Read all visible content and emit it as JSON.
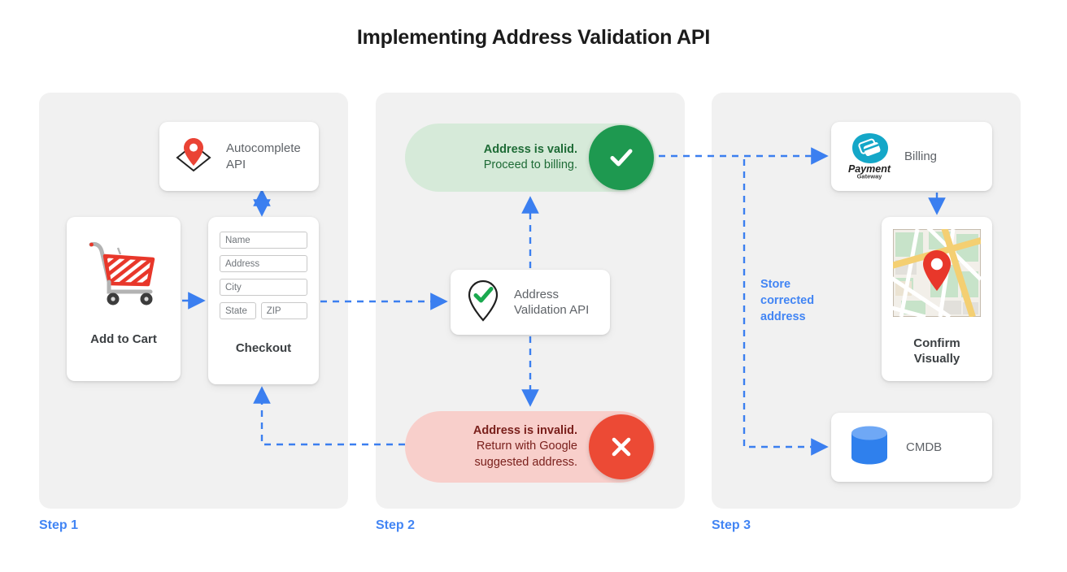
{
  "page": {
    "title": "Implementing Address Validation API",
    "accent_blue": "#4285f4",
    "panel_bg": "#f1f1f1"
  },
  "steps": [
    {
      "label": "Step 1"
    },
    {
      "label": "Step 2"
    },
    {
      "label": "Step 3"
    }
  ],
  "step1": {
    "autocomplete_card": {
      "label_line1": "Autocomplete",
      "label_line2": "API",
      "icon": "map-pin-envelope-icon"
    },
    "cart_card": {
      "label": "Add to Cart",
      "icon": "shopping-cart-icon"
    },
    "checkout_card": {
      "label": "Checkout",
      "fields": [
        {
          "name": "name-field",
          "placeholder": "Name"
        },
        {
          "name": "address-field",
          "placeholder": "Address"
        },
        {
          "name": "city-field",
          "placeholder": "City"
        },
        {
          "name": "state-field",
          "placeholder": "State"
        },
        {
          "name": "zip-field",
          "placeholder": "ZIP"
        }
      ]
    }
  },
  "step2": {
    "valid_pill": {
      "headline": "Address is valid.",
      "subline": "Proceed to billing.",
      "badge_icon": "check-icon",
      "bg_color": "#d6ead9",
      "badge_color": "#1e9950"
    },
    "invalid_pill": {
      "headline": "Address is invalid.",
      "subline1": "Return with Google",
      "subline2": "suggested address.",
      "badge_icon": "close-x-icon",
      "bg_color": "#f8cfcb",
      "badge_color": "#ec4a35"
    },
    "validation_card": {
      "label_line1": "Address",
      "label_line2": "Validation API",
      "icon": "map-pin-check-icon"
    }
  },
  "step3": {
    "billing_card": {
      "label": "Billing",
      "logo_primary": "Payment",
      "logo_secondary": "Gateway",
      "icon": "payment-gateway-logo-icon"
    },
    "confirm_card": {
      "label_line1": "Confirm",
      "label_line2": "Visually",
      "icon": "map-thumbnail-icon"
    },
    "cmdb_card": {
      "label": "CMDB",
      "icon": "database-cylinder-icon"
    },
    "store_note": {
      "line1": "Store",
      "line2": "corrected",
      "line3": "address"
    }
  }
}
